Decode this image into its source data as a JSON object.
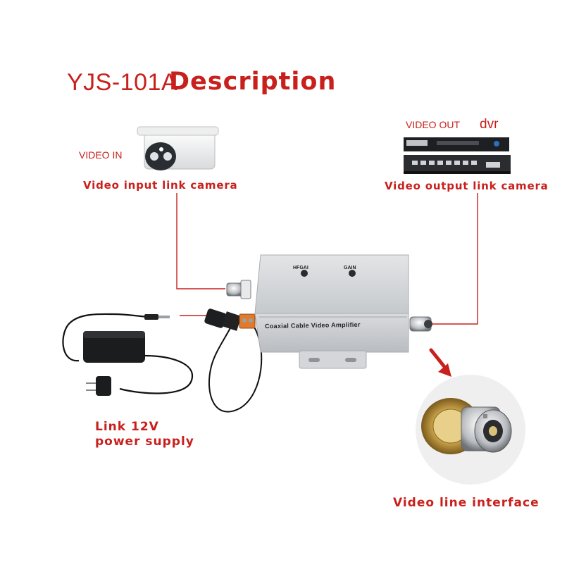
{
  "title": {
    "model": "YJS-101A",
    "label": "Description"
  },
  "input": {
    "tag": "VIDEO IN",
    "caption": "Video input link camera"
  },
  "output": {
    "tag": "VIDEO OUT",
    "device": "dvr",
    "caption": "Video output link camera"
  },
  "amplifier": {
    "knob1": "HFGAI",
    "knob2": "GAIN",
    "front_label": "Coaxial Cable Video Amplifier"
  },
  "power": {
    "line1": "Link 12V",
    "line2": "power supply"
  },
  "interface": {
    "caption": "Video line interface"
  },
  "colors": {
    "accent": "#c8201c",
    "device_body": "#cfd1d4",
    "connector_gold": "#c9a24a"
  }
}
